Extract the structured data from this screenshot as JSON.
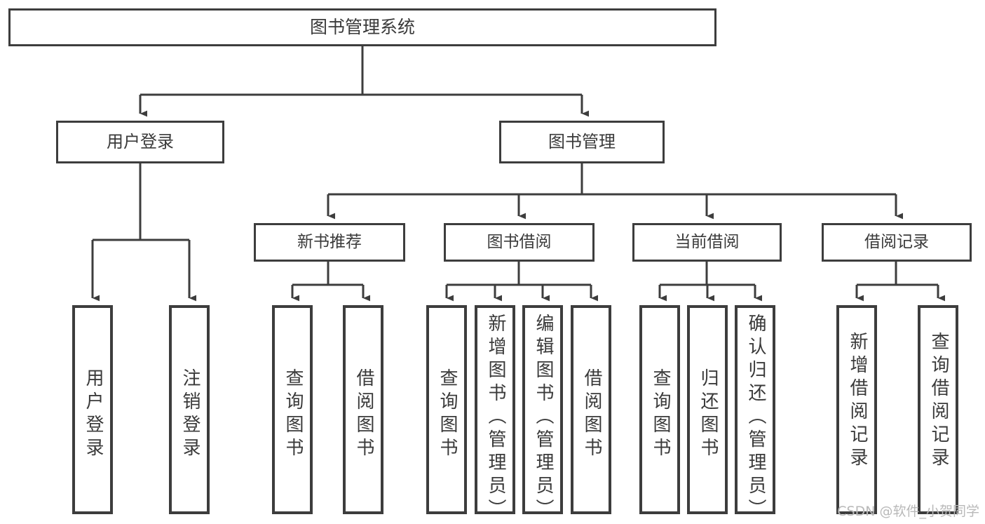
{
  "diagram": {
    "title": "图书管理系统",
    "watermark": "CSDN @软件_小贺同学",
    "colors": {
      "border": "#3d3d3d",
      "text": "#3a3a3a",
      "background": "#ffffff",
      "watermark": "#b9b9b9"
    },
    "nodes": {
      "root": {
        "label": "图书管理系统"
      },
      "user_login": {
        "label": "用户登录"
      },
      "book_manage": {
        "label": "图书管理"
      },
      "new_book_rec": {
        "label": "新书推荐"
      },
      "book_borrow": {
        "label": "图书借阅"
      },
      "current_borrow": {
        "label": "当前借阅"
      },
      "borrow_record": {
        "label": "借阅记录"
      },
      "leaf_user_login": {
        "label": "用户登录"
      },
      "leaf_user_logout": {
        "label": "注销登录"
      },
      "leaf_query_book_1": {
        "label": "查询图书"
      },
      "leaf_borrow_book_1": {
        "label": "借阅图书"
      },
      "leaf_query_book_2": {
        "label": "查询图书"
      },
      "leaf_add_book": {
        "label": "新增图书（管理员）"
      },
      "leaf_edit_book": {
        "label": "编辑图书（管理员）"
      },
      "leaf_borrow_book_2": {
        "label": "借阅图书"
      },
      "leaf_query_book_3": {
        "label": "查询图书"
      },
      "leaf_return_book": {
        "label": "归还图书"
      },
      "leaf_confirm_return": {
        "label": "确认归还（管理员）"
      },
      "leaf_add_record": {
        "label": "新增借阅记录"
      },
      "leaf_query_record": {
        "label": "查询借阅记录"
      }
    }
  }
}
